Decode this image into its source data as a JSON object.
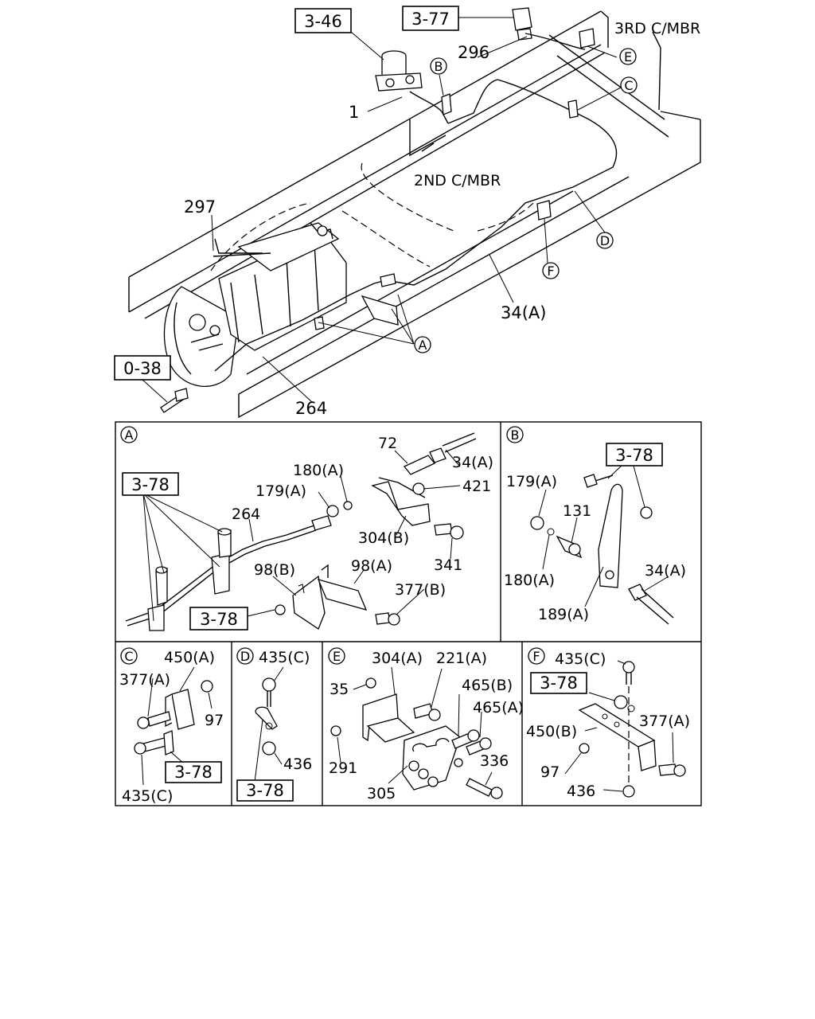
{
  "top": {
    "refs": [
      "3-46",
      "3-77",
      "0-38"
    ],
    "frame_labels": [
      "3RD C/MBR",
      "2ND C/MBR"
    ],
    "part_labels": [
      "296",
      "1",
      "297",
      "34(A)",
      "264"
    ],
    "callouts": [
      "B",
      "E",
      "C",
      "D",
      "F",
      "A"
    ]
  },
  "panel_a": {
    "letter": "A",
    "labels": [
      "72",
      "34(A)",
      "180(A)",
      "421",
      "179(A)",
      "264",
      "304(B)",
      "98(B)",
      "98(A)",
      "341",
      "377(B)"
    ],
    "refs": [
      "3-78",
      "3-78"
    ]
  },
  "panel_b": {
    "letter": "B",
    "labels": [
      "179(A)",
      "131",
      "180(A)",
      "34(A)",
      "189(A)"
    ],
    "refs": [
      "3-78"
    ]
  },
  "panel_c": {
    "letter": "C",
    "labels": [
      "450(A)",
      "377(A)",
      "97",
      "435(C)"
    ],
    "refs": [
      "3-78"
    ]
  },
  "panel_d": {
    "letter": "D",
    "labels": [
      "435(C)",
      "436"
    ],
    "refs": [
      "3-78"
    ]
  },
  "panel_e": {
    "letter": "E",
    "labels": [
      "304(A)",
      "221(A)",
      "35",
      "465(B)",
      "465(A)",
      "291",
      "305",
      "336"
    ]
  },
  "panel_f": {
    "letter": "F",
    "labels": [
      "435(C)",
      "377(A)",
      "450(B)",
      "97",
      "436"
    ],
    "refs": [
      "3-78"
    ]
  }
}
